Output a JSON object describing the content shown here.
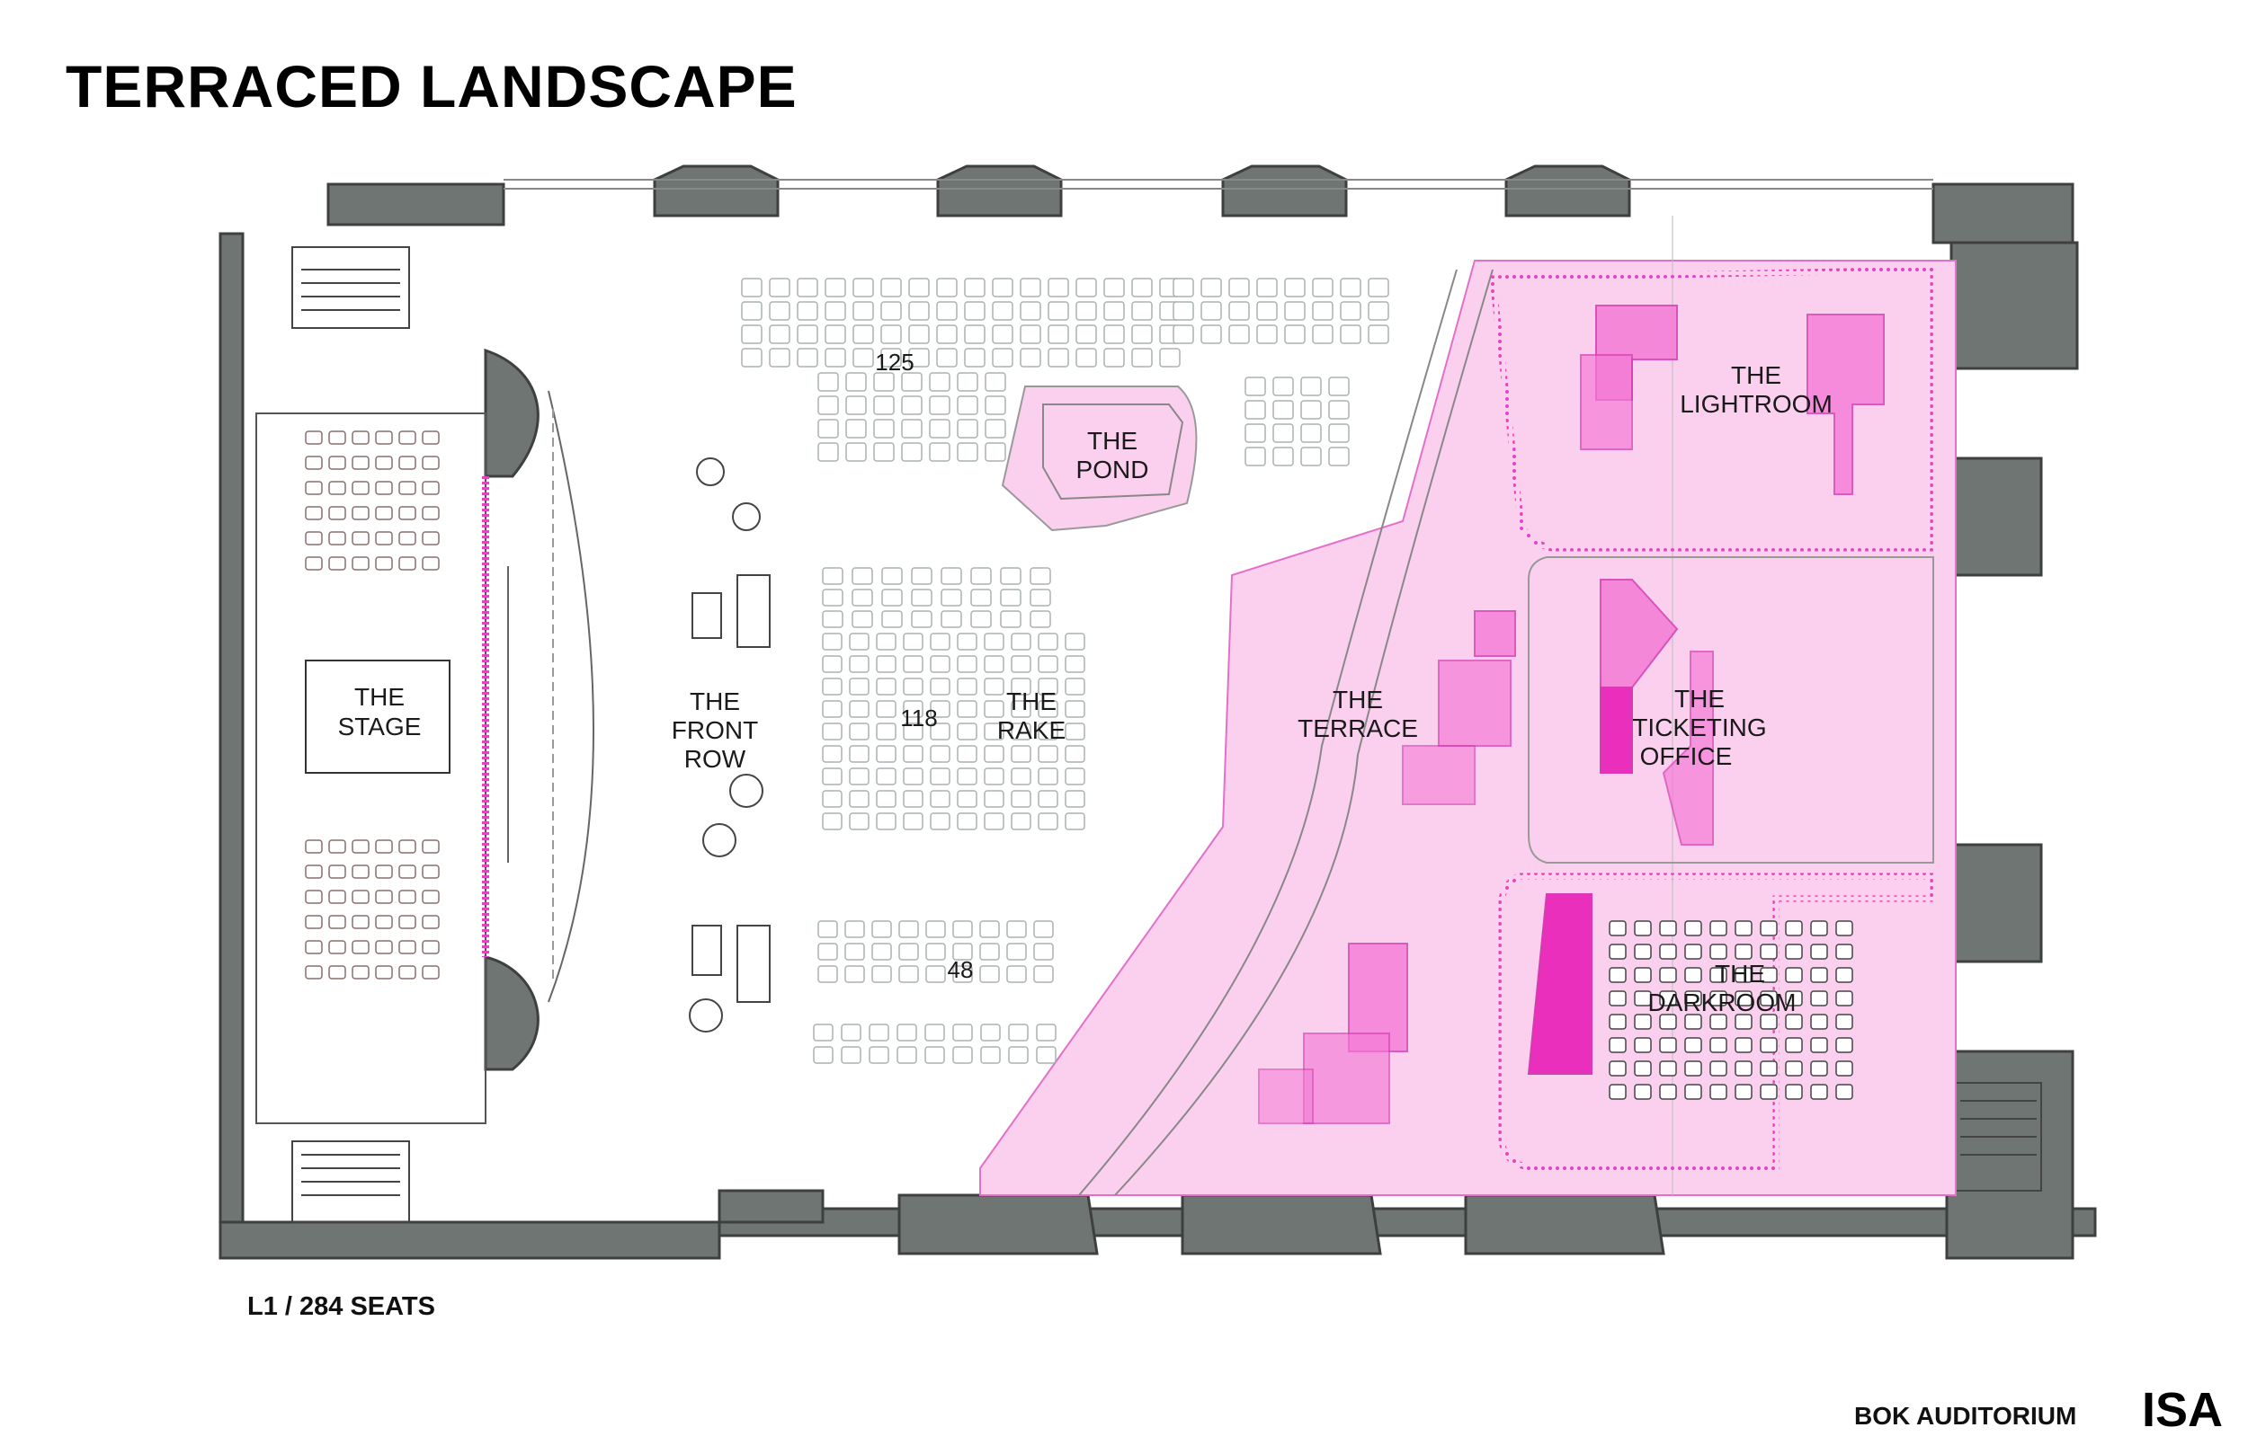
{
  "title": "TERRACED LANDSCAPE",
  "caption": "L1 / 284 SEATS",
  "venue": "BOK AUDITORIUM",
  "logo": "ISA",
  "zones": [
    {
      "id": "stage",
      "lines": [
        "THE",
        "STAGE"
      ]
    },
    {
      "id": "front_row",
      "lines": [
        "THE",
        "FRONT",
        "ROW"
      ]
    },
    {
      "id": "rake",
      "lines": [
        "THE",
        "RAKE"
      ]
    },
    {
      "id": "pond",
      "lines": [
        "THE",
        "POND"
      ]
    },
    {
      "id": "terrace",
      "lines": [
        "THE",
        "TERRACE"
      ]
    },
    {
      "id": "lightroom",
      "lines": [
        "THE",
        "LIGHTROOM"
      ]
    },
    {
      "id": "ticketing",
      "lines": [
        "THE",
        "TICKETING",
        "OFFICE"
      ]
    },
    {
      "id": "darkroom",
      "lines": [
        "THE",
        "DARKROOM"
      ]
    }
  ],
  "seat_counts": [
    "125",
    "118",
    "48"
  ],
  "colors": {
    "wall": "#6f7572",
    "wall_stroke": "#3d403f",
    "pink_fill": "#fbd0ee",
    "pink_stroke": "#e46fc8",
    "magenta": "#f047c9",
    "seat": "#aab3ae",
    "stage_seat": "#8a6f6f"
  }
}
